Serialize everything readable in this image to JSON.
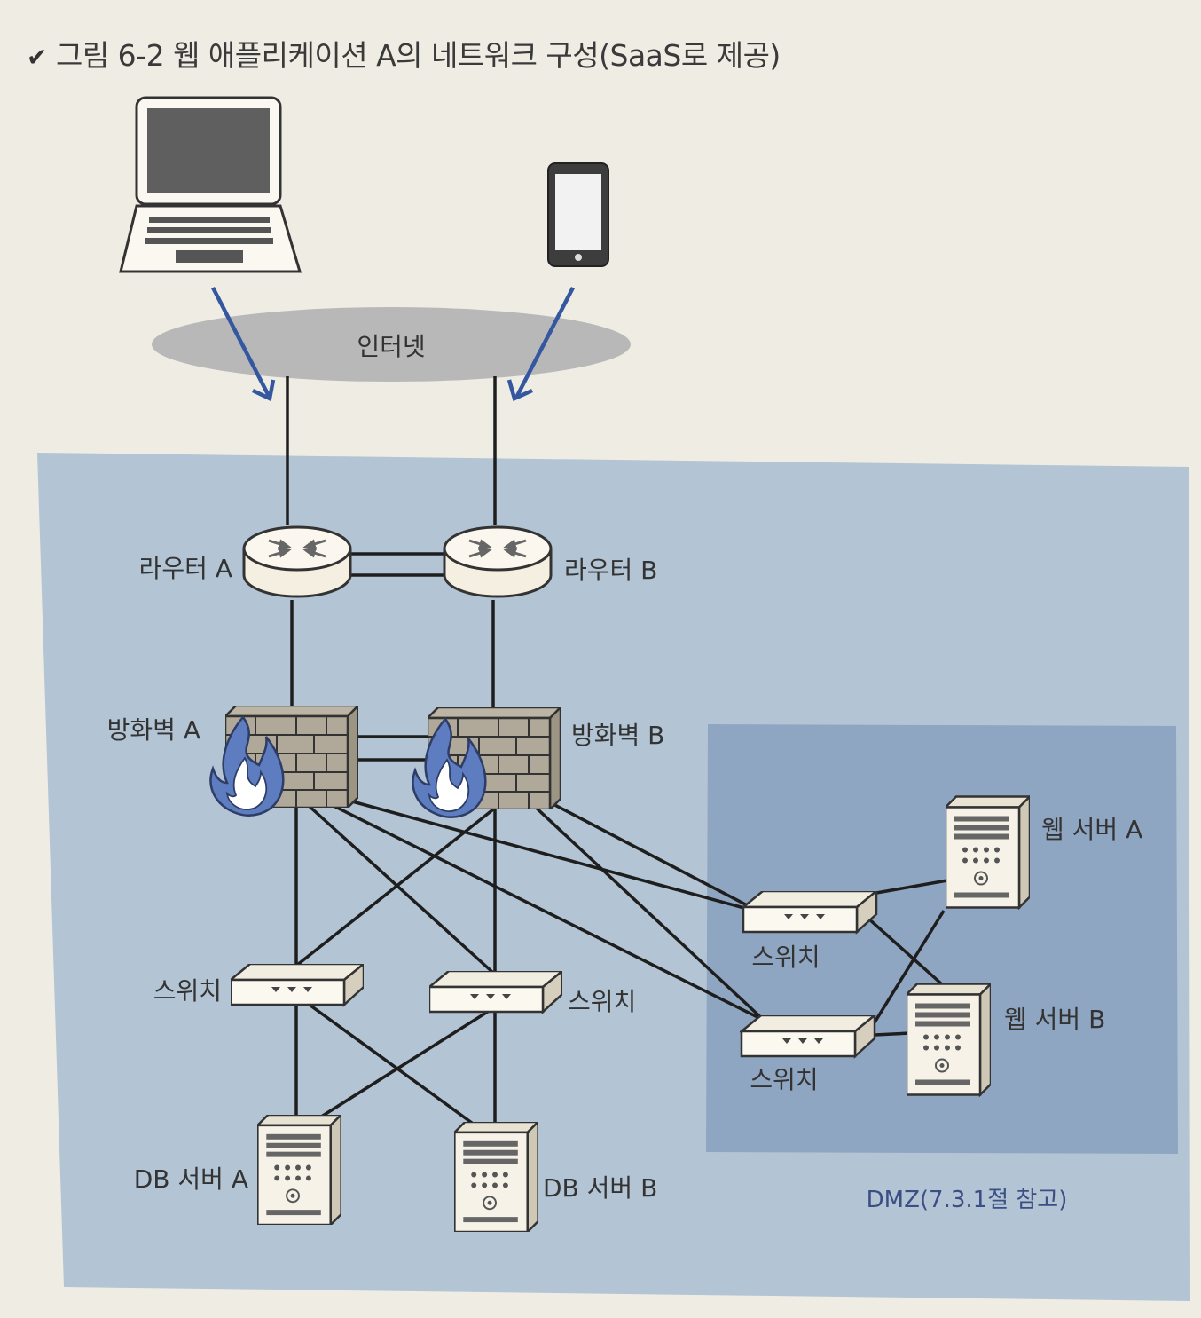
{
  "figure": {
    "caption": "그림 6-2 웹 애플리케이션 A의 네트워크 구성(SaaS로 제공)",
    "chevron_icon": "chevron-down-icon"
  },
  "nodes": {
    "internet": "인터넷",
    "router_a": "라우터 A",
    "router_b": "라우터 B",
    "firewall_a": "방화벽 A",
    "firewall_b": "방화벽 B",
    "switch_left": "스위치",
    "switch_right": "스위치",
    "dmz_switch_top": "스위치",
    "dmz_switch_bottom": "스위치",
    "web_server_a": "웹 서버 A",
    "web_server_b": "웹 서버 B",
    "db_server_a": "DB 서버 A",
    "db_server_b": "DB 서버 B"
  },
  "dmz": {
    "label": "DMZ(7.3.1절 참고)"
  },
  "colors": {
    "page": "#efece4",
    "network_zone": "#b3c4d4",
    "dmz_zone": "#8fa6c2",
    "internet_cloud": "#b8b8b8",
    "arrow": "#3557a0",
    "flame": "#5d7dc0"
  },
  "icons": [
    "laptop-icon",
    "smartphone-icon",
    "router-icon",
    "firewall-icon",
    "switch-icon",
    "server-icon"
  ]
}
